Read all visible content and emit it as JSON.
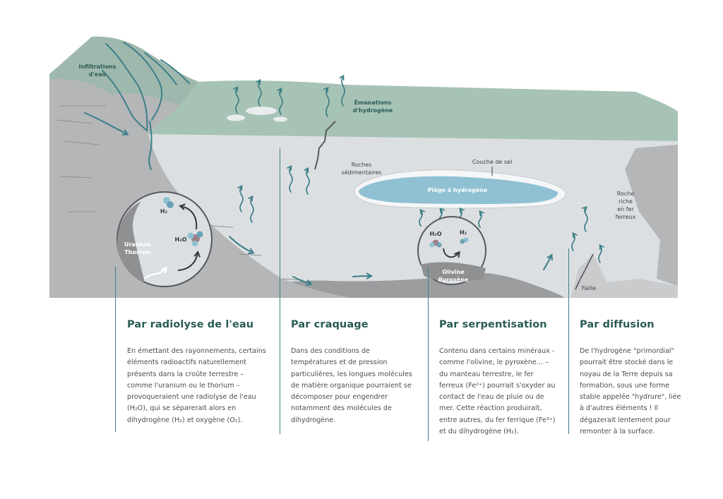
{
  "labels": {
    "infiltrations_1": "Infiltrations",
    "infiltrations_2": "d'eau",
    "emanations_1": "Émanations",
    "emanations_2": "d'hydrogène",
    "roches_1": "Roches",
    "roches_2": "sédimentaires",
    "couche_sel": "Couche de sel",
    "piege": "Piège à hydrogène",
    "roche_riche_1": "Roche",
    "roche_riche_2": "riche",
    "roche_riche_3": "en fer",
    "roche_riche_4": "ferreux",
    "faille": "Faille",
    "uranium": "Uranium",
    "thorium": "Thorium",
    "h2_a": "H₂",
    "h2o_a": "H₂O",
    "h2o_b": "H₂O",
    "h2_b": "H₂",
    "olivine": "Olivine",
    "pyroxene": "Pyroxène"
  },
  "sections": [
    {
      "title": "Par radiolyse de l'eau",
      "text": "En émettant des rayonnements, certains éléments radioactifs naturellement présents dans la croûte terrestre – comme l'uranium ou le thorium – provoqueraient une radiolyse de l'eau (H₂O), qui se séparerait alors en dihydrogène (H₂) et oxygène (O₂)."
    },
    {
      "title": "Par craquage",
      "text": "Dans des conditions de températures et de pression particulières, les longues molécules de matière organique pourraient se décomposer pour engendrer notamment des molécules de dihydrogène."
    },
    {
      "title": "Par serpentisation",
      "text": "Contenu dans certains minéraux - comme l'olivine, le pyroxène… – du manteau terrestre, le fer ferreux (Fe²⁺) pourrait s'oxyder au contact de l'eau de pluie ou de mer. Cette réaction produirait, entre autres, du fer ferrique (Fe³⁺) et du dihydrogène (H₂)."
    },
    {
      "title": "Par diffusion",
      "text": "De l'hydrogène \"primordial\" pourrait être stocké dans le noyau de la Terre depuis sa formation, sous une forme stable appelée \"hydrure\", liée à d'autres éléments ! Il dégazerait lentement pour remonter à la surface."
    }
  ],
  "colors": {
    "mountain": "#9fb8ad",
    "plateau": "#a7c3b5",
    "light_rock": "#dcdfe2",
    "dark_rock": "#b4b6b8",
    "darker_rock": "#9b9d9f",
    "water": "#8fc1d3",
    "accent": "#3d8088",
    "title": "#2a5b55"
  },
  "icons": [
    "wavy-arrow-icon",
    "molecule-icon",
    "curved-arrow-icon",
    "flow-arrow-icon"
  ]
}
